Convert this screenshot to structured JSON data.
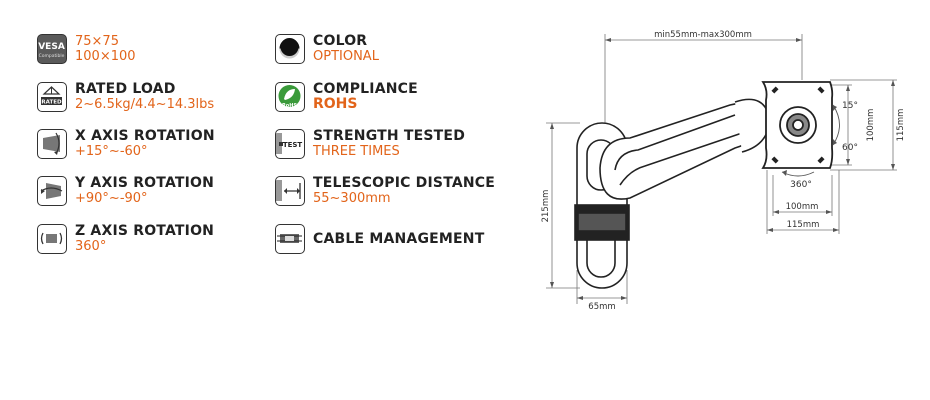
{
  "specs": [
    {
      "icon": "vesa-icon",
      "icon_text": "VESA",
      "icon_subtext": "Compatible",
      "title": "",
      "value": "75×75",
      "value2": "100×100"
    },
    {
      "icon": "rated-load-icon",
      "icon_text": "RATED",
      "title": "RATED LOAD",
      "value": "2~6.5kg/4.4~14.3lbs"
    },
    {
      "icon": "x-axis-rotation-icon",
      "title": "X AXIS ROTATION",
      "value": "+15°~-60°"
    },
    {
      "icon": "y-axis-rotation-icon",
      "title": "Y AXIS ROTATION",
      "value": "+90°~-90°"
    },
    {
      "icon": "z-axis-rotation-icon",
      "title": "Z AXIS ROTATION",
      "value": "360°"
    },
    {
      "icon": "color-icon",
      "title": "COLOR",
      "value": "OPTIONAL"
    },
    {
      "icon": "rohs-icon",
      "icon_text": "RoHS",
      "title": "COMPLIANCE",
      "value": "ROHS"
    },
    {
      "icon": "strength-test-icon",
      "icon_text": "TEST",
      "title": "STRENGTH TESTED",
      "value": "THREE TIMES"
    },
    {
      "icon": "telescopic-icon",
      "title": "TELESCOPIC DISTANCE",
      "value": "55~300mm"
    },
    {
      "icon": "cable-management-icon",
      "title": "CABLE MANAGEMENT",
      "value": ""
    }
  ],
  "diagram": {
    "top_dim": "min55mm-max300mm",
    "height_dim": "215mm",
    "base_width_dim": "65mm",
    "tilt_up": "15°",
    "tilt_down": "60°",
    "rotation": "360°",
    "inner_height_dim": "100mm",
    "outer_height_dim": "115mm",
    "inner_width_dim": "100mm",
    "outer_width_dim": "115mm"
  },
  "colors": {
    "accent": "#e2641a",
    "text": "#222222",
    "icon_border": "#333333",
    "rohs_green": "#3a9a3a"
  }
}
